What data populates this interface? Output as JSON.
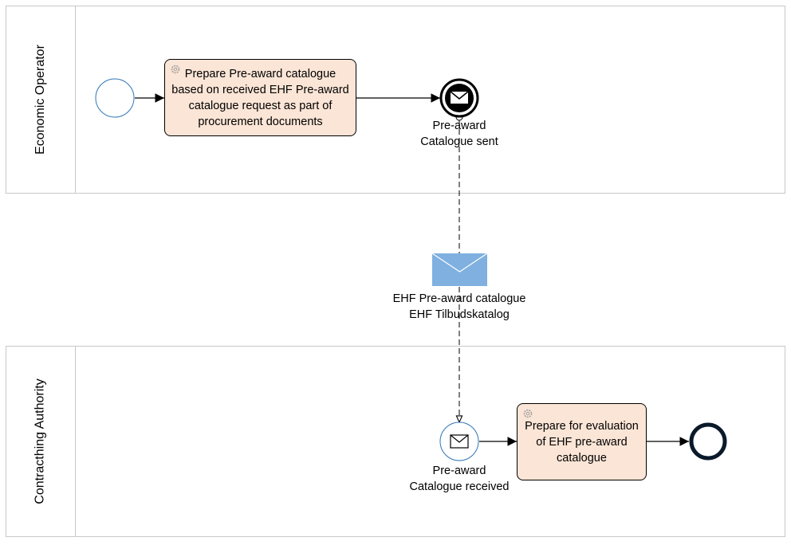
{
  "lanes": {
    "economic_operator": "Economic Operator",
    "contracting_authority": "Contracthing Authority"
  },
  "tasks": {
    "prepare_catalogue": "Prepare Pre-award catalogue based on received EHF Pre-award catalogue request as part of procurement documents",
    "prepare_evaluation": "Prepare for evaluation of EHF pre-award catalogue"
  },
  "events": {
    "catalogue_sent_line1": "Pre-award",
    "catalogue_sent_line2": "Catalogue sent",
    "catalogue_received_line1": "Pre-award",
    "catalogue_received_line2": "Catalogue received"
  },
  "message": {
    "line1": "EHF Pre-award catalogue",
    "line2": "EHF Tilbudskatalog"
  },
  "colors": {
    "task_fill": "#fbe5d6",
    "message_envelope": "#7fb0e0",
    "lane_border": "#c8c8c8"
  },
  "icons": {
    "task_marker": "gear-icon",
    "send_event": "envelope-filled-icon",
    "receive_event": "envelope-outline-icon",
    "message": "message-envelope-icon"
  }
}
